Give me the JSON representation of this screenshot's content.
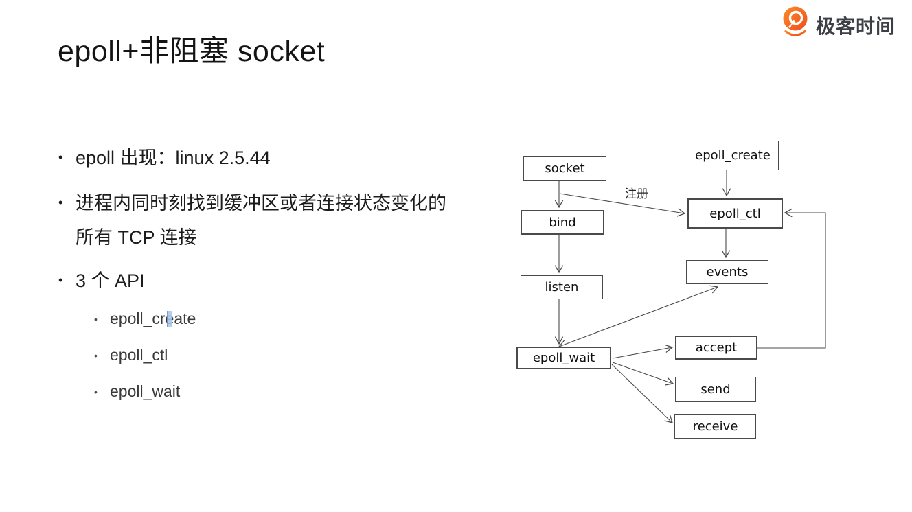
{
  "slide": {
    "title": "epoll+非阻塞 socket",
    "bullet_marker": "•"
  },
  "brand": {
    "name": "极客时间"
  },
  "bullets": {
    "item1": "epoll 出现：linux 2.5.44",
    "item2_line1": "进程内同时刻找到缓冲区或者连接状态变化的",
    "item2_line2": "所有 TCP 连接",
    "item3": "3 个 API",
    "sub": [
      "epoll_create",
      "epoll_ctl",
      "epoll_wait"
    ]
  },
  "diagram": {
    "edge_label": "注册",
    "nodes": {
      "socket": "socket",
      "bind": "bind",
      "listen": "listen",
      "epoll_wait": "epoll_wait",
      "epoll_create": "epoll_create",
      "epoll_ctl": "epoll_ctl",
      "events": "events",
      "accept": "accept",
      "send": "send",
      "receive": "receive"
    }
  },
  "colors": {
    "brand_orange": "#f6651c",
    "diagram_line": "#4a4a4a",
    "text_primary": "#1c1c1c"
  }
}
